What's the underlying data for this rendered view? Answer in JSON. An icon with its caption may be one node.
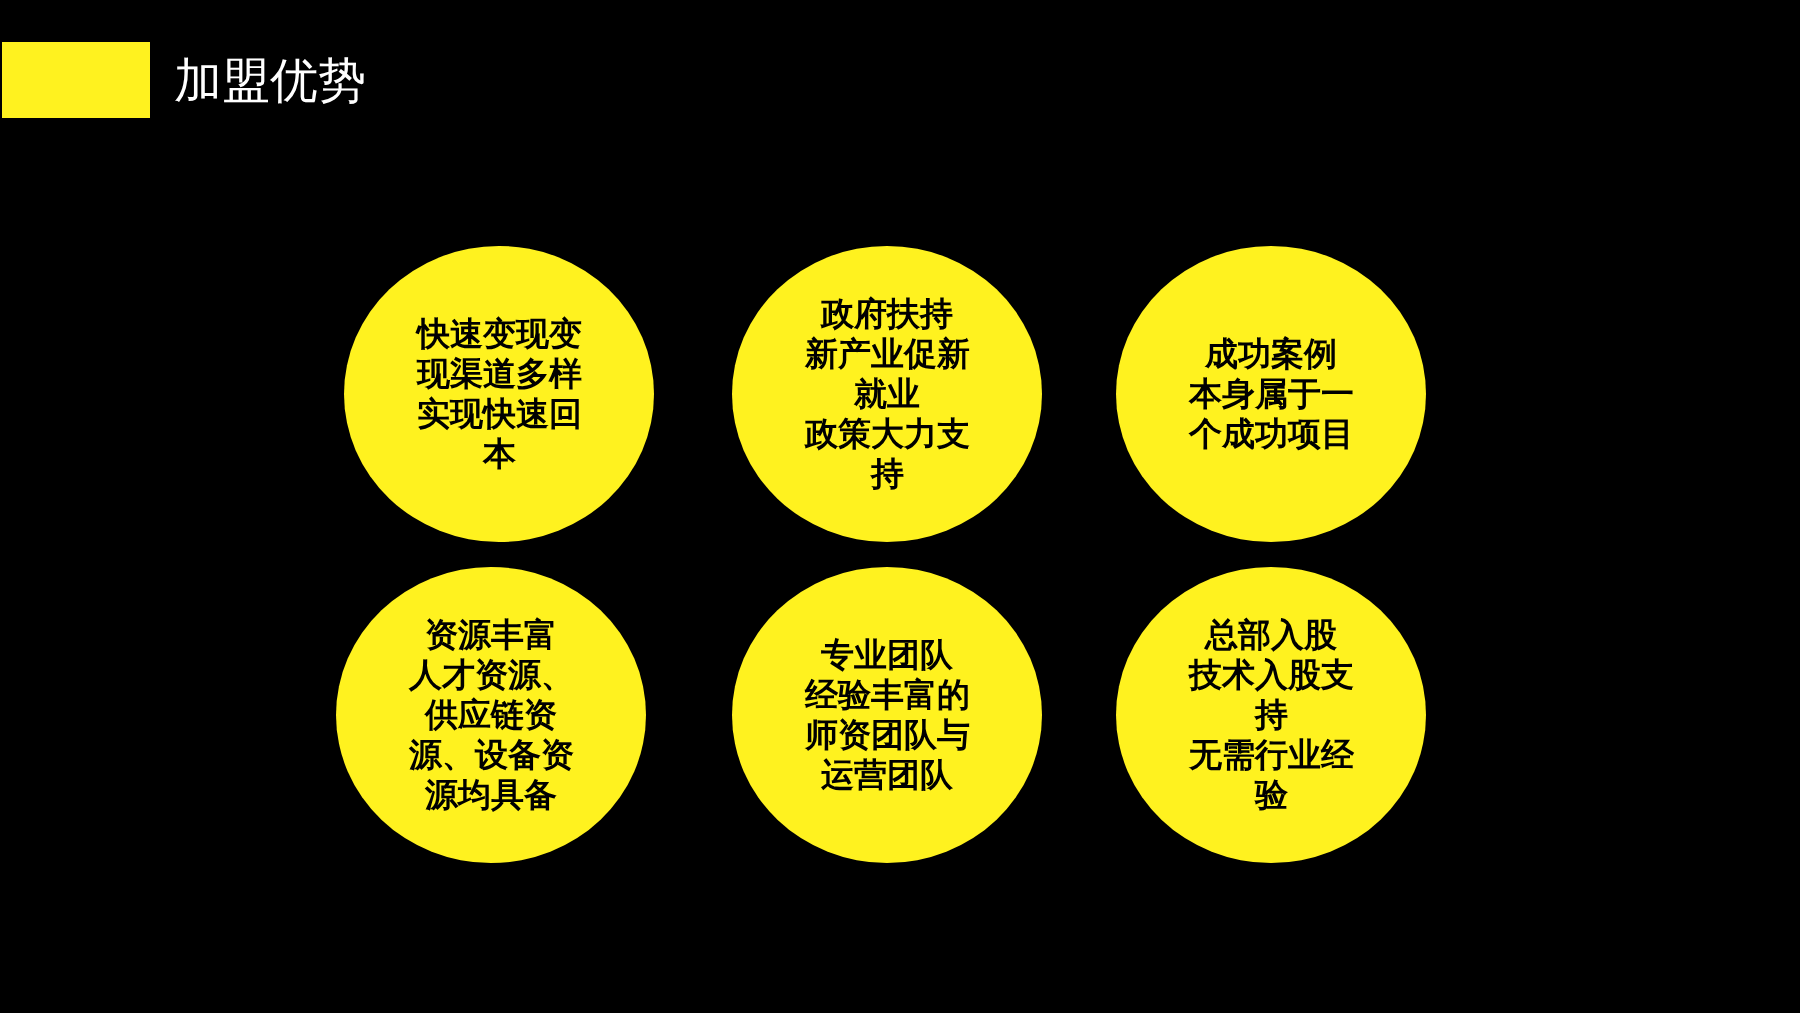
{
  "diagram": {
    "title": "加盟优势",
    "nodes": [
      {
        "text": [],
        "shape": "bar"
      },
      {
        "text": [
          "快速变现变现渠道多样实现快速回本"
        ]
      },
      {
        "text": [
          "政府扶持",
          "新产业促新就业",
          "政策大力支持"
        ]
      },
      {
        "text": [
          "成功案例",
          "本身属于一个成功项目"
        ]
      },
      {
        "text": [
          "资源丰富",
          "人才资源、供应链资源、设备资源均具备"
        ]
      },
      {
        "text": [
          "专业团队",
          "经验丰富的师资团队与运营团队"
        ]
      },
      {
        "text": [
          "总部入股",
          "技术入股支持",
          "无需行业经验"
        ]
      }
    ]
  }
}
